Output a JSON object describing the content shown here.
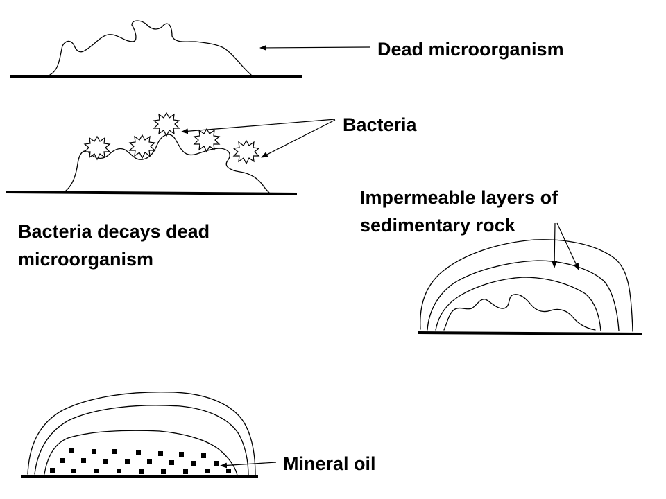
{
  "labels": {
    "dead_microorganism": "Dead microorganism",
    "bacteria": "Bacteria",
    "bacteria_decays_line1": "Bacteria decays dead",
    "bacteria_decays_line2": "microorganism",
    "impermeable_line1": "Impermeable layers of",
    "impermeable_line2": "sedimentary rock",
    "mineral_oil": "Mineral oil"
  },
  "colors": {
    "ink": "#000000",
    "background": "#ffffff"
  }
}
